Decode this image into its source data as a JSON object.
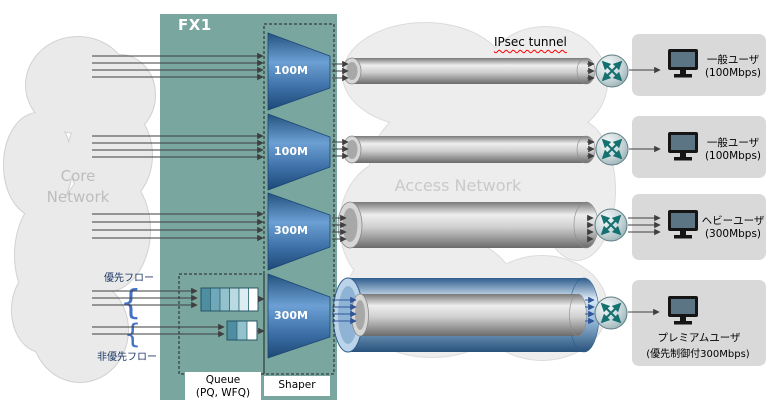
{
  "colors": {
    "fx1_fill": "#7aa6a0",
    "shaper_blue": "#2d5f96",
    "premium_blue": "#2f5597",
    "arrow_dark": "#3f3f3f",
    "cloud_gray": "#eaeaea",
    "user_box_gray": "#d9d9d9"
  },
  "fx1": {
    "label": "FX1"
  },
  "core_network": {
    "label": "Core Network"
  },
  "access_network": {
    "label": "Access Network"
  },
  "ipsec": {
    "label": "IPsec tunnel"
  },
  "queue": {
    "title": "Queue",
    "subtitle": "(PQ, WFQ)"
  },
  "shaper": {
    "title": "Shaper",
    "rates": [
      "100M",
      "100M",
      "300M",
      "300M"
    ]
  },
  "flows": {
    "priority": "優先フロー",
    "non_priority": "非優先フロー"
  },
  "users": [
    {
      "name": "一般ユーザ",
      "speed": "(100Mbps)"
    },
    {
      "name": "一般ユーザ",
      "speed": "(100Mbps)"
    },
    {
      "name": "ヘビーユーザ",
      "speed": "(300Mbps)"
    },
    {
      "name": "プレミアムユーザ",
      "speed": "(優先制御付300Mbps)"
    }
  ]
}
